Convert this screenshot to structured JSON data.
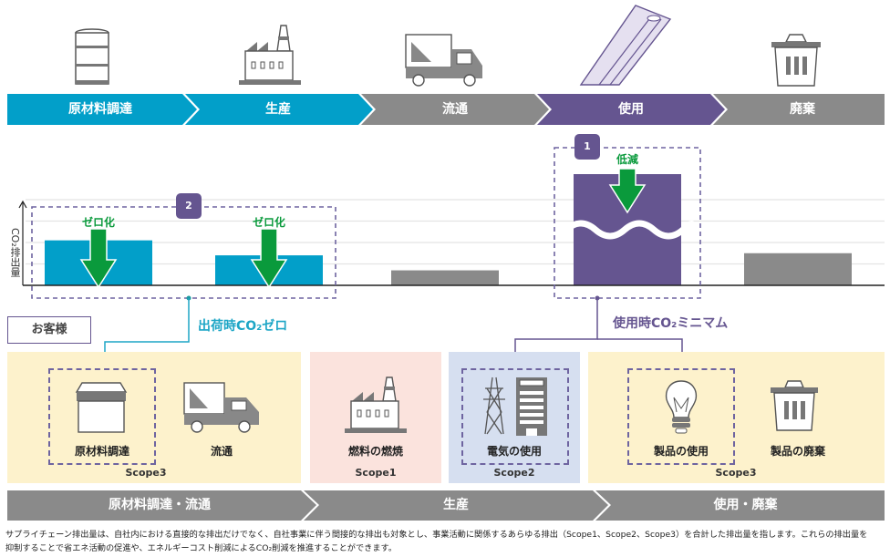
{
  "stages": [
    {
      "label": "原材料調達",
      "icon": "oil-drum-icon",
      "color": "#029fc9"
    },
    {
      "label": "生産",
      "icon": "factory-icon",
      "color": "#029fc9"
    },
    {
      "label": "流通",
      "icon": "truck-icon",
      "color": "#8a8a8a"
    },
    {
      "label": "使用",
      "icon": "fluorescent-light-icon",
      "color": "#655590"
    },
    {
      "label": "廃棄",
      "icon": "trash-can-icon",
      "color": "#8a8a8a"
    }
  ],
  "chart_data": {
    "type": "bar",
    "ylabel": "CO₂排出量",
    "categories": [
      "原材料調達",
      "生産",
      "流通",
      "使用",
      "廃棄"
    ],
    "values": [
      2.1,
      1.4,
      0.7,
      6.5,
      1.5
    ],
    "colors": [
      "#029fc9",
      "#029fc9",
      "#8a8a8a",
      "#655590",
      "#8a8a8a"
    ],
    "break_on": "使用",
    "grid": true,
    "annotations": [
      {
        "target": "原材料調達",
        "text": "ゼロ化"
      },
      {
        "target": "生産",
        "text": "ゼロ化"
      },
      {
        "target": "使用",
        "text": "低減"
      }
    ]
  },
  "badges": {
    "one": "1",
    "two": "2"
  },
  "callouts": {
    "shipping": "出荷時CO₂ゼロ",
    "usage": "使用時CO₂ミニマム",
    "customer": "お客様"
  },
  "scopes": [
    {
      "label": "Scope3",
      "color": "#fdf2cc",
      "items": [
        {
          "label": "原材料調達",
          "icon": "box-icon"
        },
        {
          "label": "流通",
          "icon": "truck-icon"
        }
      ]
    },
    {
      "label": "Scope1",
      "color": "#fbe3dd",
      "items": [
        {
          "label": "燃料の燃焼",
          "icon": "factory-icon"
        }
      ]
    },
    {
      "label": "Scope2",
      "color": "#d6dff0",
      "items": [
        {
          "label": "電気の使用",
          "icon": "power-tower-building-icon"
        }
      ]
    },
    {
      "label": "Scope3",
      "color": "#fdf2cc",
      "items": [
        {
          "label": "製品の使用",
          "icon": "light-bulb-icon"
        },
        {
          "label": "製品の廃棄",
          "icon": "trash-can-icon"
        }
      ]
    }
  ],
  "bottom_stages": [
    "原材料調達・流通",
    "生産",
    "使用・廃棄"
  ],
  "footnote": [
    "サプライチェーン排出量は、自社内における直接的な排出だけでなく、自社事業に伴う間接的な排出も対象とし、事業活動に関係するあらゆる排出（Scope1、Scope2、Scope3）を合計した排出量を指します。これらの排出量を",
    "抑制することで省エネ活動の促進や、エネルギーコスト削減によるCO₂削減を推進することができます。"
  ]
}
